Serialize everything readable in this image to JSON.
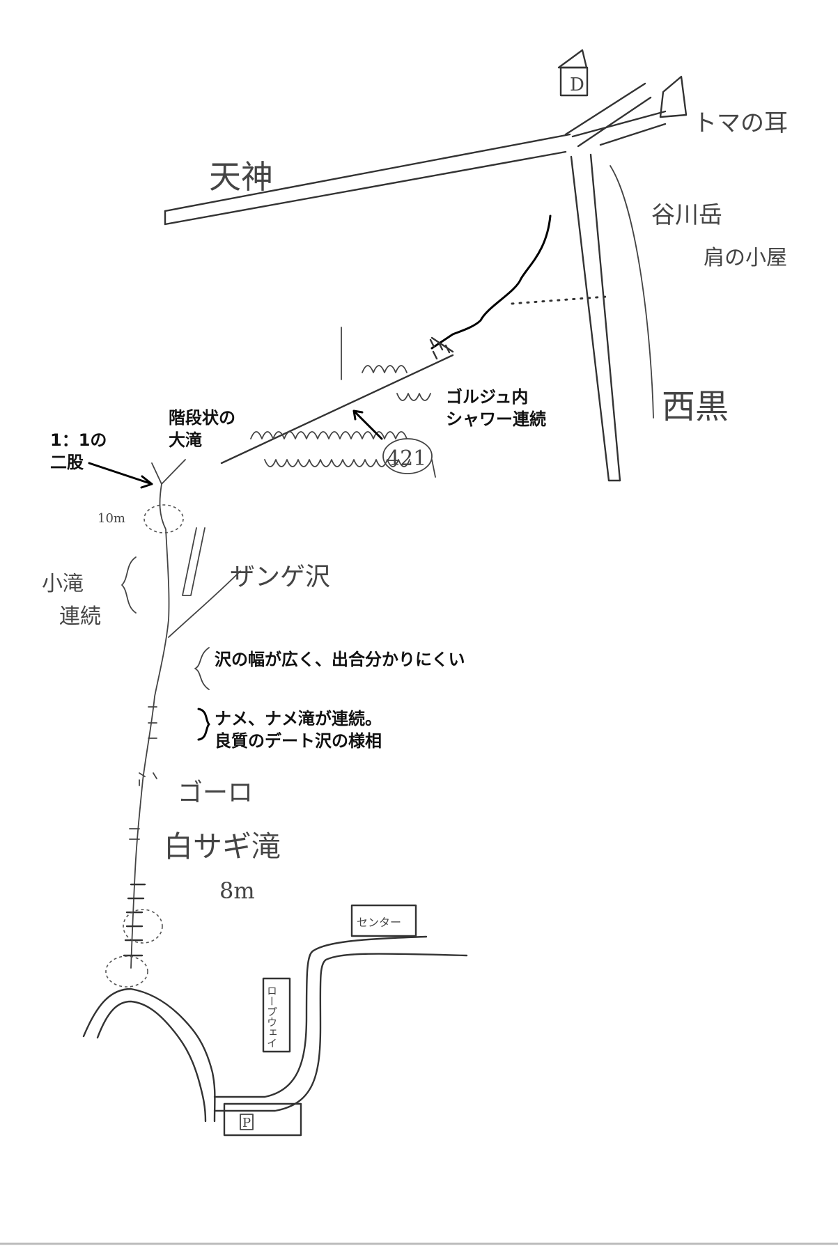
{
  "labels": {
    "tenjin": "天神",
    "tsumo": "トマの耳",
    "kenzan": "谷川岳",
    "hanamen": "肩の小屋",
    "nishikuro": "西黒",
    "lbl_stair_falls": "階段状の大滝",
    "lbl_stair_falls_1": "階段状の",
    "lbl_stair_falls_2": "大滝",
    "lbl_fork_1": "1：1の",
    "lbl_fork_2": "二股",
    "lbl_gorge_1": "ゴルジュ内",
    "lbl_gorge_2": "シャワー連続",
    "lbl_421": "421",
    "lbl_10m": "10m",
    "lbl_small_falls_1": "小滝",
    "lbl_small_falls_2": "連続",
    "lbl_sange": "ザンゲ沢",
    "lbl_wide_stream": "沢の幅が広く、出合分かりにくい",
    "lbl_name_1": "ナメ、ナメ滝が連続。",
    "lbl_name_2": "良質のデート沢の様相",
    "lbl_goro": "ゴーロ",
    "lbl_shirasagi": "白サギ滝",
    "lbl_8m": "8m",
    "lbl_center": "センター",
    "lbl_ropeway": "ロープウェイ",
    "lbl_parking": "P",
    "lbl_peak_D": "D"
  },
  "colors": {
    "ink": "#333333",
    "route": "#000000",
    "paper": "#ffffff"
  }
}
